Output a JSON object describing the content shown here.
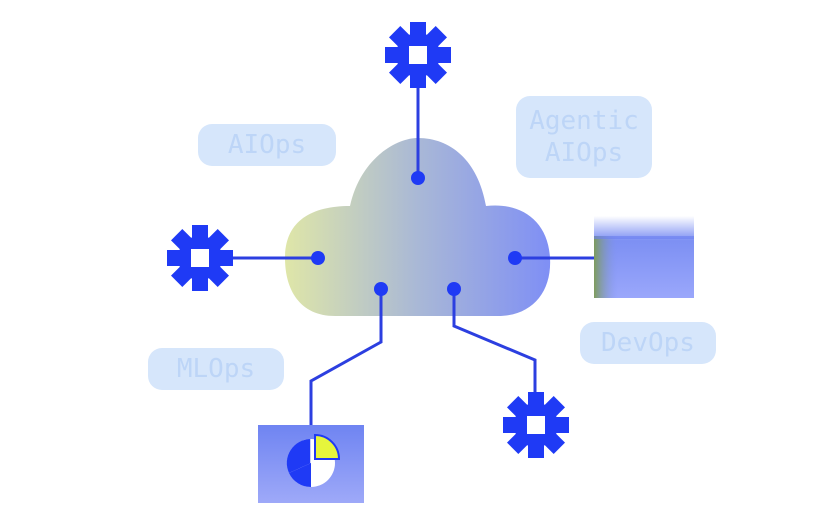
{
  "labels": {
    "aiops": "AIOps",
    "agentic_line1": "Agentic",
    "agentic_line2": "AIOps",
    "devops": "DevOps",
    "mlops": "MLOps"
  },
  "icons": {
    "top": "gear-icon",
    "left": "gear-icon",
    "bottom_right": "gear-icon",
    "right": "window-panel-icon",
    "bottom_left": "pie-chart-icon"
  },
  "colors": {
    "line": "#2c3fe0",
    "gear": "#1f3af5",
    "tag_bg": "#d6e6fb",
    "tag_text": "#bdd5f7",
    "cloud_left": "#dfe6a8",
    "cloud_right": "#7f8ff5",
    "accent_yellow": "#e6f53c"
  }
}
